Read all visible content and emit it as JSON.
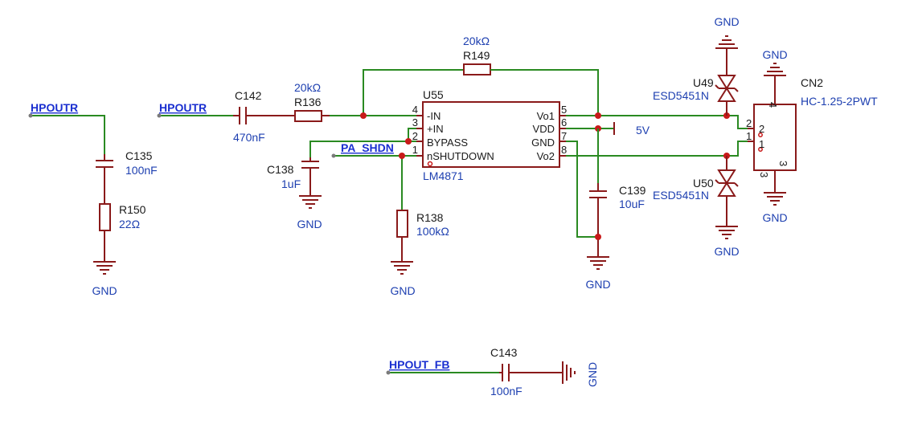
{
  "nets": {
    "hpoutr_left": "HPOUTR",
    "hpoutr_in": "HPOUTR",
    "pa_shdn": "PA_SHDN",
    "hpout_fb": "HPOUT_FB",
    "vdd": "5V"
  },
  "gnd_label": "GND",
  "components": {
    "c135": {
      "ref": "C135",
      "value": "100nF"
    },
    "r150": {
      "ref": "R150",
      "value": "22Ω"
    },
    "c142": {
      "ref": "C142",
      "value": "470nF"
    },
    "r136": {
      "ref": "R136",
      "value": "20kΩ"
    },
    "r149": {
      "ref": "R149",
      "value": "20kΩ"
    },
    "c138": {
      "ref": "C138",
      "value": "1uF"
    },
    "r138": {
      "ref": "R138",
      "value": "100kΩ"
    },
    "c139": {
      "ref": "C139",
      "value": "10uF"
    },
    "u49": {
      "ref": "U49",
      "value": "ESD5451N"
    },
    "u50": {
      "ref": "U50",
      "value": "ESD5451N"
    },
    "c143": {
      "ref": "C143",
      "value": "100nF"
    },
    "cn2": {
      "ref": "CN2",
      "value": "HC-1.25-2PWT",
      "pins": [
        "4",
        "2",
        "1",
        "3"
      ]
    }
  },
  "u55": {
    "ref": "U55",
    "part": "LM4871",
    "left_pins": [
      {
        "num": "4",
        "name": "-IN"
      },
      {
        "num": "3",
        "name": "+IN"
      },
      {
        "num": "2",
        "name": "BYPASS"
      },
      {
        "num": "1",
        "name": "nSHUTDOWN"
      }
    ],
    "right_pins": [
      {
        "num": "5",
        "name": "Vo1"
      },
      {
        "num": "6",
        "name": "VDD"
      },
      {
        "num": "7",
        "name": "GND"
      },
      {
        "num": "8",
        "name": "Vo2"
      }
    ]
  }
}
